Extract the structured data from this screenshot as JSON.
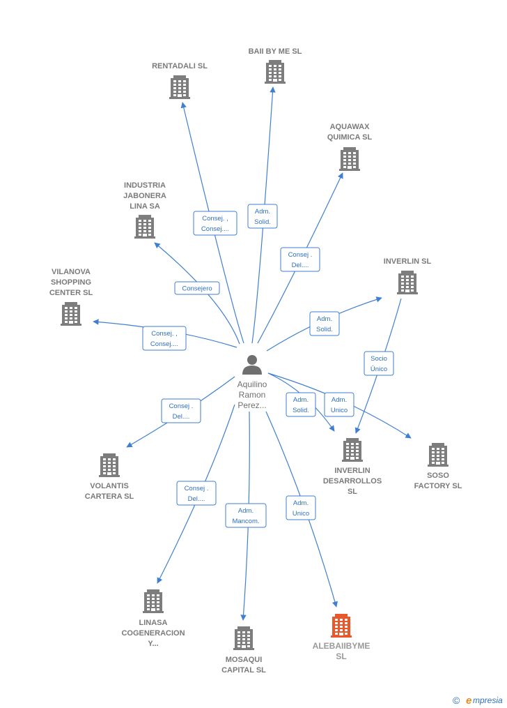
{
  "center": {
    "label_lines": [
      "Aquilino",
      "Ramon",
      "Perez..."
    ],
    "icon": "person-icon"
  },
  "colors": {
    "edge": "#3f7fd1",
    "building": "#7d7d7d",
    "highlight": "#e8582a"
  },
  "nodes": [
    {
      "id": "rentadali",
      "lines": [
        "RENTADALI  SL"
      ],
      "icon": "building-icon"
    },
    {
      "id": "baii-by-me",
      "lines": [
        "BAII BY ME  SL"
      ],
      "icon": "building-icon"
    },
    {
      "id": "aquawax",
      "lines": [
        "AQUAWAX",
        "QUIMICA SL"
      ],
      "icon": "building-icon"
    },
    {
      "id": "industria-jabonera",
      "lines": [
        "INDUSTRIA",
        "JABONERA",
        "LINA SA"
      ],
      "icon": "building-icon"
    },
    {
      "id": "vilanova",
      "lines": [
        "VILANOVA",
        "SHOPPING",
        "CENTER  SL"
      ],
      "icon": "building-icon"
    },
    {
      "id": "inverlin",
      "lines": [
        "INVERLIN SL"
      ],
      "icon": "building-icon"
    },
    {
      "id": "inverlin-desarrollos",
      "lines": [
        "INVERLIN",
        "DESARROLLOS",
        "SL"
      ],
      "icon": "building-icon"
    },
    {
      "id": "soso-factory",
      "lines": [
        "SOSO",
        "FACTORY  SL"
      ],
      "icon": "building-icon"
    },
    {
      "id": "volantis",
      "lines": [
        "VOLANTIS",
        "CARTERA  SL"
      ],
      "icon": "building-icon"
    },
    {
      "id": "linasa",
      "lines": [
        "LINASA",
        "COGENERACION",
        "Y..."
      ],
      "icon": "building-icon"
    },
    {
      "id": "mosaqui",
      "lines": [
        "MOSAQUI",
        "CAPITAL  SL"
      ],
      "icon": "building-icon"
    },
    {
      "id": "alebaiibyme",
      "lines": [
        "ALEBAIIBYME",
        "SL"
      ],
      "icon": "building-icon",
      "highlight": true
    }
  ],
  "edges": [
    {
      "to": "rentadali",
      "lines": [
        "Consej. ,",
        "Consej...."
      ]
    },
    {
      "to": "baii-by-me",
      "lines": [
        "Adm.",
        "Solid."
      ]
    },
    {
      "to": "aquawax",
      "lines": [
        "Consej .",
        "Del...."
      ]
    },
    {
      "to": "industria-jabonera",
      "lines": [
        "Consejero"
      ]
    },
    {
      "to": "vilanova",
      "lines": [
        "Consej. ,",
        "Consej...."
      ]
    },
    {
      "to": "inverlin",
      "lines": [
        "Adm.",
        "Solid."
      ]
    },
    {
      "from": "inverlin",
      "to": "inverlin-desarrollos",
      "lines": [
        "Socio",
        "Único"
      ]
    },
    {
      "to": "inverlin-desarrollos",
      "lines": [
        "Adm.",
        "Solid."
      ]
    },
    {
      "to": "soso-factory",
      "lines": [
        "Adm.",
        "Unico"
      ]
    },
    {
      "to": "volantis",
      "lines": [
        "Consej .",
        "Del...."
      ]
    },
    {
      "to": "linasa",
      "lines": [
        "Consej .",
        "Del...."
      ]
    },
    {
      "to": "mosaqui",
      "lines": [
        "Adm.",
        "Mancom."
      ]
    },
    {
      "to": "alebaiibyme",
      "lines": [
        "Adm.",
        "Unico"
      ]
    }
  ],
  "brand": {
    "copyright": "©",
    "initial": "e",
    "name": "mpresia"
  }
}
